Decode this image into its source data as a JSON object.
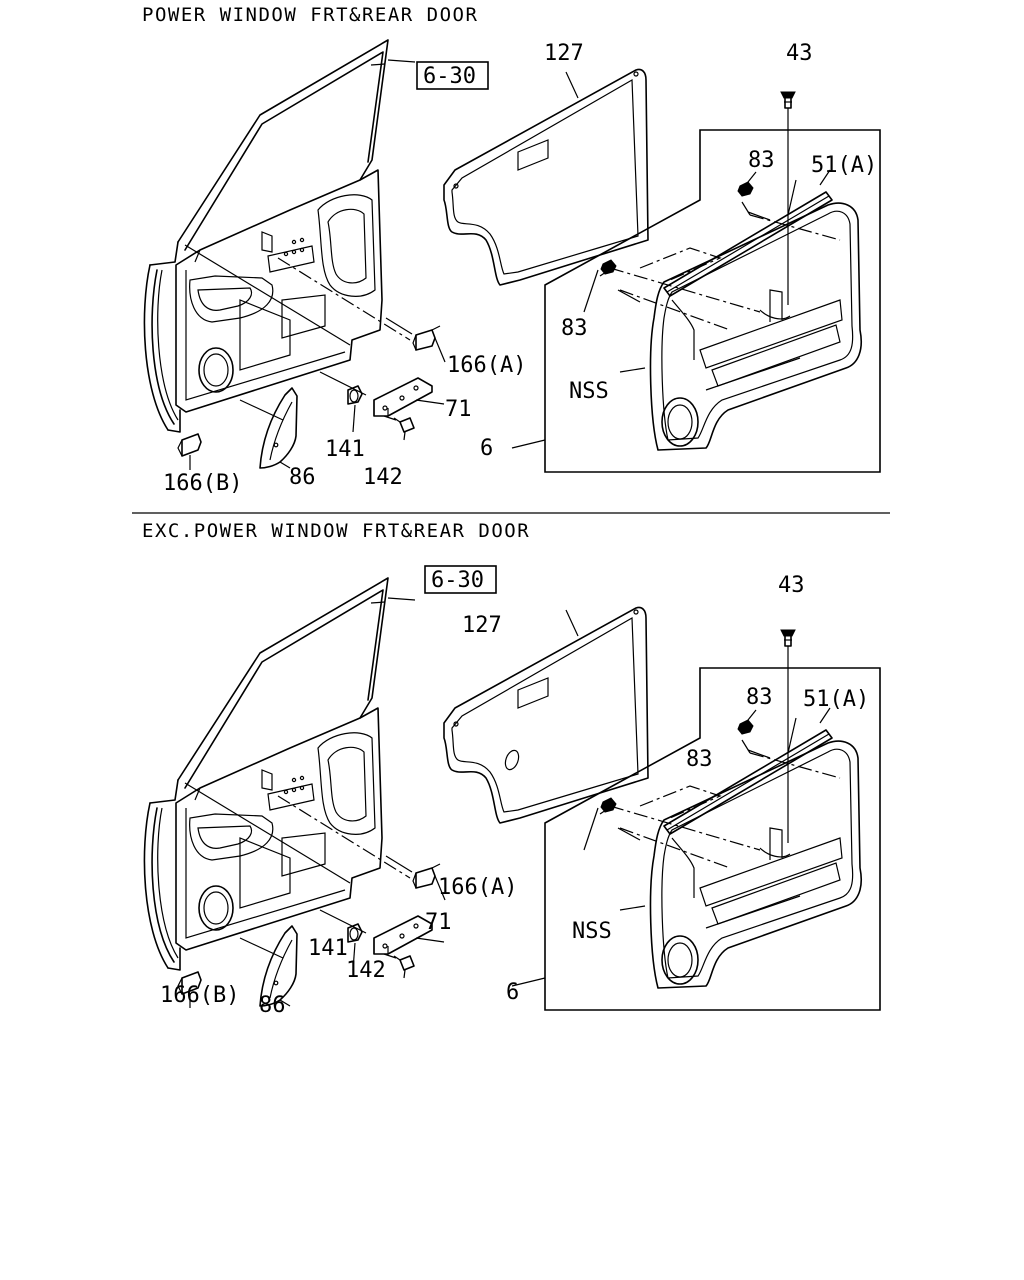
{
  "sections": [
    {
      "title": "POWER WINDOW FRT&REAR DOOR",
      "ref_box": "6-30",
      "labels": {
        "p127": "127",
        "p43": "43",
        "p83a": "83",
        "p51a": "51(A)",
        "p83b": "83",
        "nss": "NSS",
        "p6": "6",
        "p166a": "166(A)",
        "p71": "71",
        "p141": "141",
        "p142": "142",
        "p86": "86",
        "p166b": "166(B)"
      }
    },
    {
      "title": "EXC.POWER WINDOW FRT&REAR DOOR",
      "ref_box": "6-30",
      "labels": {
        "p127": "127",
        "p43": "43",
        "p83a": "83",
        "p51a": "51(A)",
        "p83b": "83",
        "nss": "NSS",
        "p6": "6",
        "p166a": "166(A)",
        "p71": "71",
        "p141": "141",
        "p142": "142",
        "p86": "86",
        "p166b": "166(B)"
      }
    }
  ]
}
